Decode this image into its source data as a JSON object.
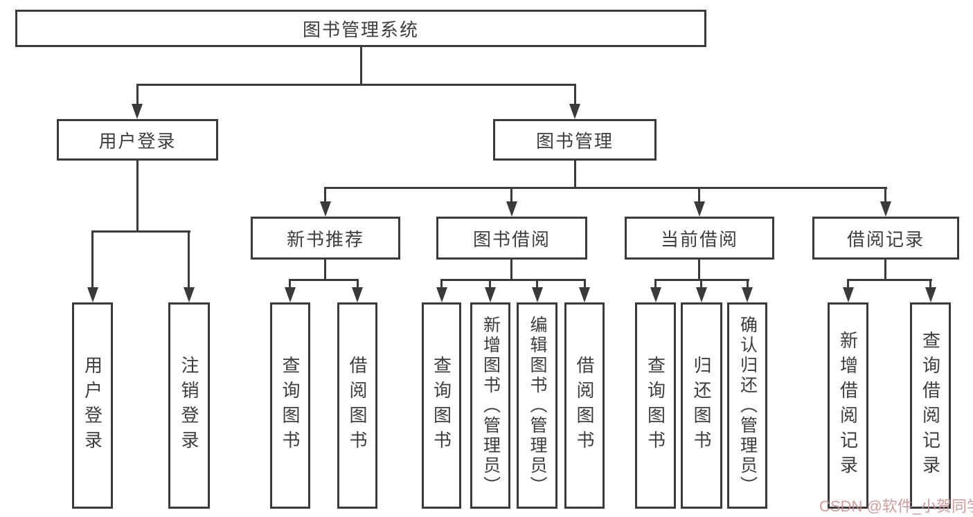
{
  "diagram": {
    "title": "图书管理系统",
    "tree": {
      "root": {
        "label": "图书管理系统",
        "children": [
          {
            "label": "用户登录",
            "children": [
              {
                "label": "用户登录"
              },
              {
                "label": "注销登录"
              }
            ]
          },
          {
            "label": "图书管理",
            "children": [
              {
                "label": "新书推荐",
                "children": [
                  {
                    "label": "查询图书"
                  },
                  {
                    "label": "借阅图书"
                  }
                ]
              },
              {
                "label": "图书借阅",
                "children": [
                  {
                    "label": "查询图书"
                  },
                  {
                    "label": "新增图书（管理员）"
                  },
                  {
                    "label": "编辑图书（管理员）"
                  },
                  {
                    "label": "借阅图书"
                  }
                ]
              },
              {
                "label": "当前借阅",
                "children": [
                  {
                    "label": "查询图书"
                  },
                  {
                    "label": "归还图书"
                  },
                  {
                    "label": "确认归还（管理员）"
                  }
                ]
              },
              {
                "label": "借阅记录",
                "children": [
                  {
                    "label": "新增借阅记录"
                  },
                  {
                    "label": "查询借阅记录"
                  }
                ]
              }
            ]
          }
        ]
      }
    },
    "colors": {
      "line": "#3a3a3a",
      "text": "#3d3d3d",
      "background": "#ffffff",
      "watermark": "#c98d8d"
    }
  },
  "watermark": {
    "text": "CSDN @软件_小贺同学"
  }
}
